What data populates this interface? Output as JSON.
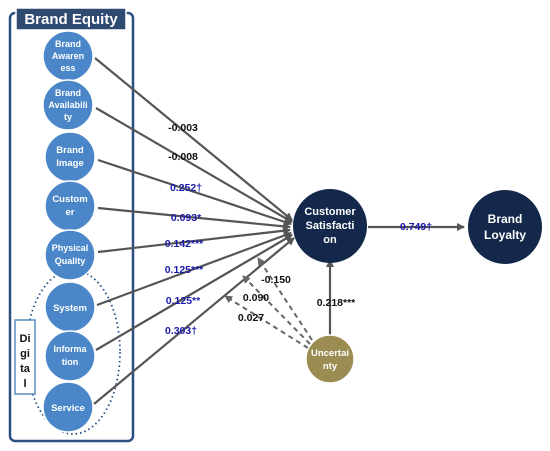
{
  "colors": {
    "accent_blue": "#1f4e8c",
    "node_blue": "#4a86c8",
    "node_blue_stroke": "#ffffff",
    "dark_navy": "#13284a",
    "olive": "#9a8c52",
    "arrow_gray": "#555555",
    "coef_blue": "#1a1aa8",
    "coef_black": "#111111",
    "panel_border": "#2a4f80",
    "title_bg": "#2e4a70",
    "digital_border": "#5a8ec0"
  },
  "panel": {
    "title": "Brand Equity"
  },
  "digital_box": {
    "lines": [
      "Di",
      "gi",
      "ta",
      "l"
    ]
  },
  "brand_equity_nodes": [
    {
      "id": "brand-awareness",
      "lines": [
        "Brand",
        "Awaren",
        "ess"
      ]
    },
    {
      "id": "brand-availability",
      "lines": [
        "Brand",
        "Availabili",
        "ty"
      ]
    },
    {
      "id": "brand-image",
      "lines": [
        "Brand",
        "Image"
      ]
    },
    {
      "id": "customer",
      "lines": [
        "Custom",
        "er"
      ]
    },
    {
      "id": "physical-quality",
      "lines": [
        "Physical",
        "Quality"
      ]
    },
    {
      "id": "system",
      "lines": [
        "System"
      ]
    },
    {
      "id": "information",
      "lines": [
        "Informa",
        "tion"
      ]
    },
    {
      "id": "service",
      "lines": [
        "Service"
      ]
    }
  ],
  "center_nodes": {
    "customer_satisfaction": {
      "lines": [
        "Customer",
        "Satisfacti",
        "on"
      ]
    },
    "brand_loyalty": {
      "lines": [
        "Brand",
        "Loyalty"
      ]
    },
    "uncertainty": {
      "lines": [
        "Uncertai",
        "nty"
      ]
    }
  },
  "coefficients": {
    "brand_awareness": {
      "text": "-0.003",
      "color": "black"
    },
    "brand_availability": {
      "text": "-0.008",
      "color": "black"
    },
    "brand_image": {
      "text": "0.252†",
      "color": "blue"
    },
    "customer": {
      "text": "0.093*",
      "color": "blue"
    },
    "physical_quality": {
      "text": "0.142***",
      "color": "blue"
    },
    "system": {
      "text": "0.125***",
      "color": "blue"
    },
    "information": {
      "text": "0.125**",
      "color": "blue"
    },
    "service": {
      "text": "0.303†",
      "color": "blue"
    },
    "satisfaction_to_loyalty": {
      "text": "0.749†",
      "color": "blue"
    },
    "uncertainty_to_satisfaction": {
      "text": "0.218***",
      "color": "black"
    },
    "moderation_1": {
      "text": "-0.150",
      "color": "black"
    },
    "moderation_2": {
      "text": "0.090",
      "color": "black"
    },
    "moderation_3": {
      "text": "0.027",
      "color": "black"
    }
  }
}
